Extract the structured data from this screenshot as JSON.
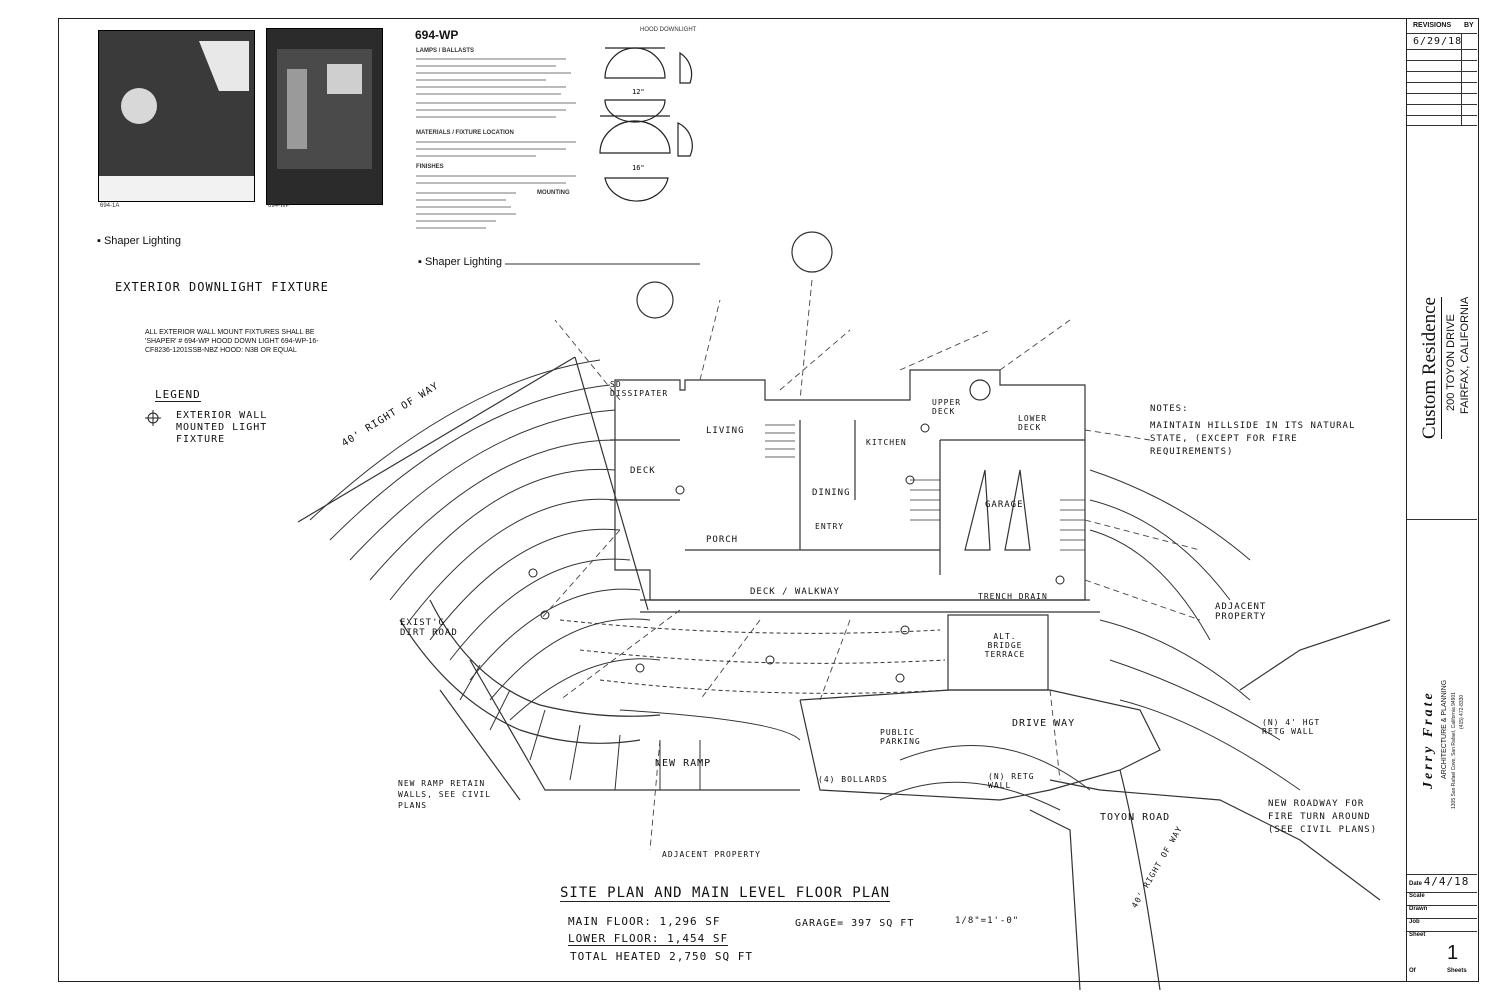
{
  "spec_sheet": {
    "model": "694-WP",
    "drawing_label": "HOOD DOWNLIGHT",
    "sections": [
      "LAMPS / BALLASTS",
      "MATERIALS / FIXTURE LOCATION",
      "FINISHES",
      "MOUNTING"
    ],
    "dimensions": [
      "12\"",
      "16\""
    ],
    "brand": "Shaper Lighting",
    "brand_left": "Shaper Lighting",
    "photo_caption_left": "694-1A",
    "photo_caption_right": "694-WP"
  },
  "notes": {
    "fixture_title": "EXTERIOR DOWNLIGHT FIXTURE",
    "fixture_spec": "ALL EXTERIOR WALL MOUNT FIXTURES SHALL BE 'SHAPER' # 694-WP HOOD DOWN LIGHT 694-WP-16-CF8236-1201SSB-NBZ HOOD: N3B OR EQUAL",
    "legend_title": "LEGEND",
    "legend_item": "EXTERIOR WALL MOUNTED LIGHT FIXTURE",
    "notes_title": "NOTES:",
    "notes_item": "MAINTAIN HILLSIDE IN ITS NATURAL STATE, (EXCEPT FOR FIRE REQUIREMENTS)"
  },
  "plan_labels": {
    "right_of_way": "40' RIGHT OF WAY",
    "sd_dissipater": "SD DISSIPATER",
    "deck": "DECK",
    "living": "LIVING",
    "dining": "DINING",
    "kitchen": "KITCHEN",
    "porch": "PORCH",
    "entry": "ENTRY",
    "upper_deck": "UPPER DECK",
    "lower_deck": "LOWER DECK",
    "garage": "GARAGE",
    "deck_walkway": "DECK / WALKWAY",
    "trench_drain": "TRENCH DRAIN",
    "alt_bridge": "ALT. BRIDGE TERRACE",
    "adjacent_property": "ADJACENT PROPERTY",
    "adjacent_property_bottom": "ADJACENT PROPERTY",
    "exist_dirt_road": "EXIST'G DIRT ROAD",
    "new_ramp": "NEW RAMP",
    "new_ramp_walls": "NEW RAMP RETAIN WALLS, SEE CIVIL PLANS",
    "public_parking": "PUBLIC PARKING",
    "drive_way": "DRIVE WAY",
    "bollards": "(4) BOLLARDS",
    "retg_wall": "(N) RETG WALL",
    "retg_wall_right": "(N) 4' HGT RETG WALL",
    "toyon_road": "TOYON ROAD",
    "new_roadway": "NEW ROADWAY FOR FIRE TURN AROUND (SEE CIVIL PLANS)",
    "right_of_way_bottom": "40' RIGHT OF WAY"
  },
  "title_text": {
    "line1": "SITE PLAN AND MAIN LEVEL FLOOR PLAN",
    "main_floor": "MAIN FLOOR: 1,296 SF",
    "garage": "GARAGE= 397 SQ FT",
    "scale": "1/8\"=1'-0\"",
    "lower_floor": "LOWER FLOOR: 1,454 SF",
    "total": "TOTAL HEATED 2,750 SQ FT"
  },
  "title_block": {
    "revisions": "REVISIONS",
    "by": "BY",
    "rev_date": "6/29/18",
    "project": "Custom Residence",
    "address1": "200 TOYON DRIVE",
    "address2": "FAIRFAX, CALIFORNIA",
    "firm_name": "Jerry Frate",
    "firm_sub": "ARCHITECTURE & PLANNING",
    "firm_addr": "1305 San Rafael Cove, San Rafael, California 94901",
    "firm_phone": "(415) 472-8330",
    "date_label": "Date",
    "date_value": "4/4/18",
    "scale_label": "Scale",
    "drawn_label": "Drawn",
    "job_label": "Job",
    "sheet_label": "Sheet",
    "sheet_number": "1",
    "of_label": "Of",
    "sheets_label": "Sheets"
  }
}
